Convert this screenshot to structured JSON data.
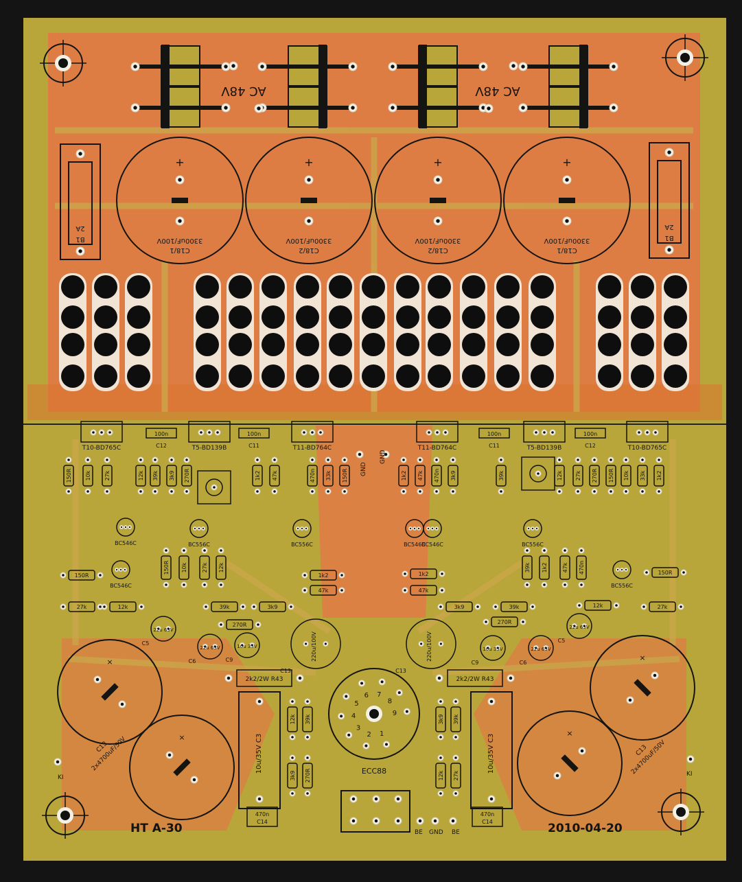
{
  "board": {
    "title": "HT A-30",
    "date": "2010-04-20",
    "colors": {
      "background": "#141414",
      "substrate": "#b9a63a",
      "copper": "#e07a45",
      "silkscreen": "#141412",
      "pad": "#f3f0e6",
      "hole": "#111111"
    }
  },
  "transformer_inputs": [
    {
      "label": "AC 48V"
    },
    {
      "label": "AC 48V"
    }
  ],
  "filter_caps": [
    {
      "label": "C18/1",
      "value": "3300uF/100V"
    },
    {
      "label": "C18/2",
      "value": "3300uF/100V"
    },
    {
      "label": "C18/2",
      "value": "3300uF/100V"
    },
    {
      "label": "C18/1",
      "value": "3300uF/100V"
    }
  ],
  "fuses": [
    {
      "label": "B1",
      "rating": "2A"
    },
    {
      "label": "B1",
      "rating": "2A"
    }
  ],
  "transistors": [
    {
      "label": "T10-BD765C"
    },
    {
      "label": "T5-BD139B"
    },
    {
      "label": "T11-BD764C"
    },
    {
      "label": "T11-BD764C"
    },
    {
      "label": "T5-BD139B"
    },
    {
      "label": "T10-BD765C"
    }
  ],
  "small_caps_top": [
    {
      "value": "100n",
      "ref": "C12"
    },
    {
      "value": "100n",
      "ref": "C11"
    },
    {
      "value": "100n",
      "ref": "C11"
    },
    {
      "value": "100n",
      "ref": "C12"
    }
  ],
  "ground_labels": [
    "GND",
    "GND"
  ],
  "resistor_values_left": [
    "150R",
    "10k",
    "27k",
    "12k",
    "39k",
    "3k9",
    "270R",
    "1k2",
    "47k",
    "470n",
    "33k"
  ],
  "resistor_values_right": [
    "1k2",
    "47k",
    "470n",
    "3k9",
    "39k",
    "12k",
    "27k",
    "270R",
    "150R",
    "10k",
    "33k"
  ],
  "small_signal": [
    "BC546C",
    "BC556C",
    "BC556C",
    "BC546C",
    "BC546C",
    "BC556C",
    "BC556C",
    "BC546C"
  ],
  "electrolytics": [
    {
      "ref": "C5",
      "value": "22u 63V"
    },
    {
      "ref": "C6",
      "value": "22u 63V"
    },
    {
      "ref": "C9",
      "value": "10u 35V"
    },
    {
      "ref": "C13",
      "value": "220u/100V"
    },
    {
      "ref": "C13",
      "value": "220u/100V"
    },
    {
      "ref": "C9",
      "value": "10u 35V"
    },
    {
      "ref": "C6",
      "value": "22u 63V"
    },
    {
      "ref": "C5",
      "value": "22u 63V"
    }
  ],
  "output_caps": [
    {
      "ref": "C13",
      "value": "2x4700uF/50V"
    },
    {
      "ref": "C13",
      "value": "2x4700uF/50V"
    }
  ],
  "r43": [
    "2k2/2W R43",
    "2k2/2W R43"
  ],
  "c3": [
    "10u/35V C3",
    "10u/35V C3"
  ],
  "tube": {
    "label": "ECC88",
    "pins": [
      "1",
      "2",
      "3",
      "4",
      "5",
      "6",
      "7",
      "8",
      "9"
    ]
  },
  "c14": [
    "470n C14",
    "470n C14"
  ],
  "bottom_pads": [
    "BE",
    "GND",
    "BE"
  ],
  "ki": [
    "KI",
    "KI"
  ]
}
